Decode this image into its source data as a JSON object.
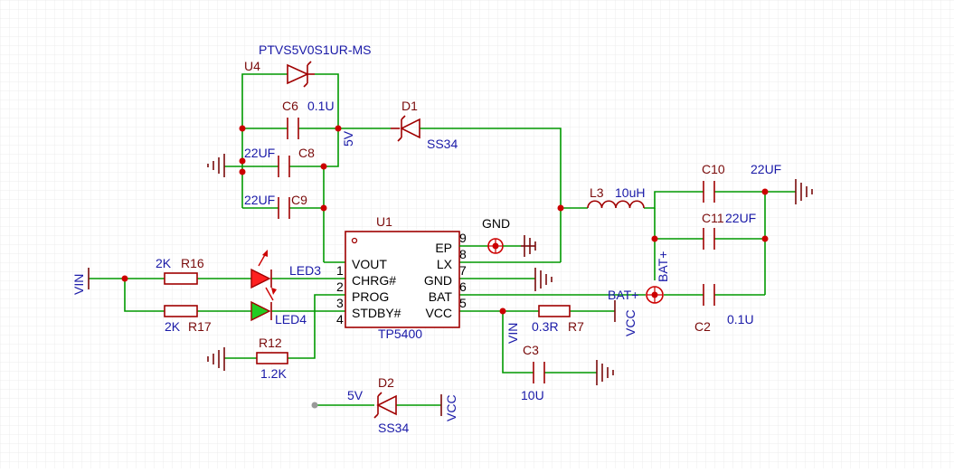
{
  "colors": {
    "background": "#ffffff",
    "grid": "#e6e6e6",
    "wire": "#009900",
    "component": "#a00000",
    "junction": "#cc0000",
    "label_blue": "#1a1aa8",
    "label_dark": "#7a0b0b",
    "led_red": "#ff2020",
    "led_green": "#22cc22"
  },
  "ic": {
    "ref": "U1",
    "part": "TP5400",
    "pins_left": [
      {
        "num": "1",
        "name": "VOUT"
      },
      {
        "num": "2",
        "name": "CHRG#"
      },
      {
        "num": "3",
        "name": "PROG"
      },
      {
        "num": "4",
        "name": "STDBY#"
      }
    ],
    "pins_right": [
      {
        "num": "9",
        "name": "EP"
      },
      {
        "num": "8",
        "name": "LX"
      },
      {
        "num": "7",
        "name": "GND"
      },
      {
        "num": "6",
        "name": "BAT"
      },
      {
        "num": "5",
        "name": "VCC"
      }
    ]
  },
  "tvs": {
    "ref": "U4",
    "part": "PTVS5V0S1UR-MS"
  },
  "c6": {
    "ref": "C6",
    "value": "0.1U"
  },
  "c8": {
    "ref": "C8",
    "value": "22UF"
  },
  "c9": {
    "ref": "C9",
    "value": "22UF"
  },
  "net_5v_top": "5V",
  "d1": {
    "ref": "D1",
    "part": "SS34"
  },
  "l3": {
    "ref": "L3",
    "value": "10uH"
  },
  "c10": {
    "ref": "C10",
    "value": "22UF"
  },
  "c11": {
    "ref": "C11",
    "value": "22UF"
  },
  "c2": {
    "ref": "C2",
    "value": "0.1U"
  },
  "bat_net_vertical": "BAT+",
  "bat_net_horizontal": "BAT+",
  "gnd_label": "GND",
  "vin_left": "VIN",
  "r16": {
    "ref": "R16",
    "value": "2K"
  },
  "r17": {
    "ref": "R17",
    "value": "2K"
  },
  "led3": {
    "ref": "LED3"
  },
  "led4": {
    "ref": "LED4"
  },
  "r12": {
    "ref": "R12",
    "value": "1.2K"
  },
  "r7": {
    "ref": "R7",
    "value": "0.3R"
  },
  "vcc_r7": "VCC",
  "vin_c3": "VIN",
  "c3": {
    "ref": "C3",
    "value": "10U"
  },
  "d2": {
    "ref": "D2",
    "part": "SS34"
  },
  "d2_net_left": "5V",
  "d2_net_right": "VCC"
}
